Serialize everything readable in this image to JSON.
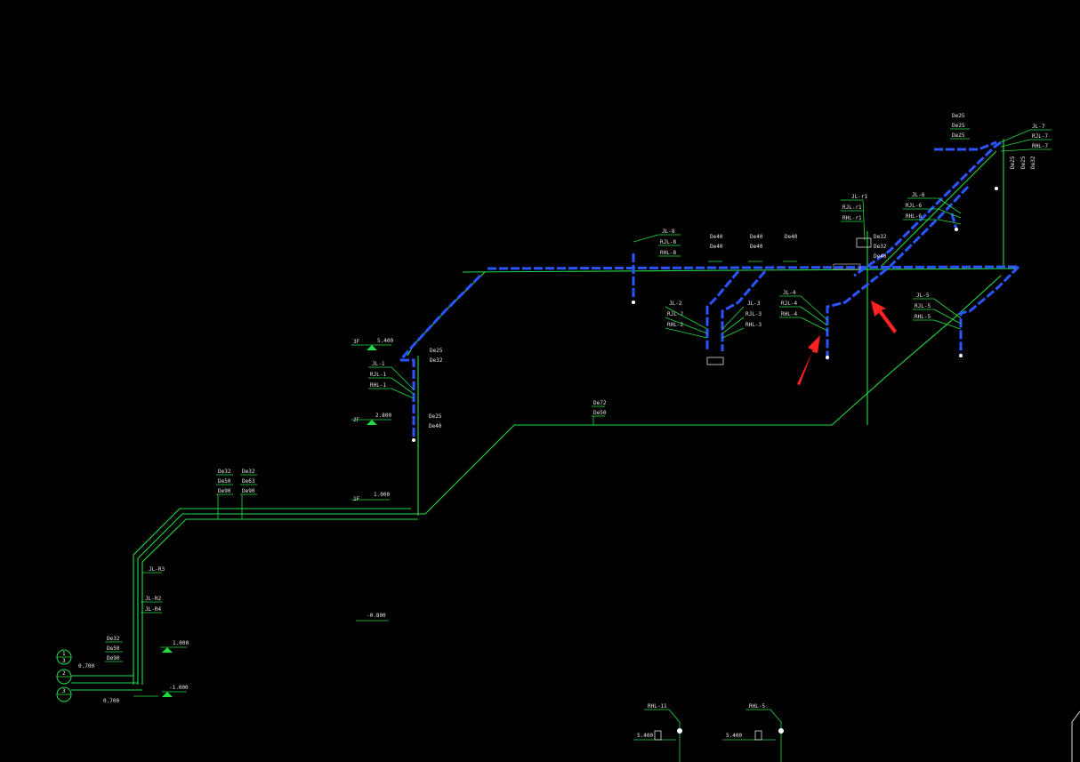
{
  "colors": {
    "background": "#000000",
    "pipe_cold": "#22dd44",
    "pipe_hot": "#2a55ff",
    "annotation_arrow": "#ff2222",
    "text": "#e8e8e8"
  },
  "labels": {
    "dn25_top1": "De25",
    "dn25_top2": "De25",
    "dn25_top3": "De25",
    "jl7": "JL-7",
    "rjl7": "RJL-7",
    "rhl7": "RHL-7",
    "jl6": "JL-6",
    "rjl6": "RJL-6",
    "rhl6": "RHL-6",
    "jlr1": "JL-r1",
    "rjlr1": "RJL-r1",
    "rhlr1": "RHL-r1",
    "jl8": "JL-8",
    "rjl8": "RJL-8",
    "rhl8": "RHL-8",
    "jl2": "JL-2",
    "rjl2": "RJL-2",
    "rhl2": "RHL-2",
    "jl3": "JL-3",
    "rjl3": "RJL-3",
    "rhl3": "RHL-3",
    "jl4": "JL-4",
    "rjl4": "RJL-4",
    "rhl4": "RHL-4",
    "jl5": "JL-5",
    "rjl5": "RJL-5",
    "rhl5": "RHL-5",
    "jl1": "JL-1",
    "rjl1": "RJL-1",
    "rhl1": "RHL-1",
    "jlr3": "JL-R3",
    "jlr2": "JL-R2",
    "jlr4": "JL-R4",
    "de40_a": "De40",
    "de40_b": "De40",
    "de40_c": "De40",
    "de40_d": "De40",
    "de40_e": "De40",
    "de40_f": "De40",
    "de32_a": "De32",
    "de32_b": "De32",
    "de25_a": "De25",
    "de25_b": "De25",
    "de32_c": "De32",
    "de50_a": "De50",
    "de50_b": "De50",
    "de63": "De63",
    "de72": "De72",
    "de90_a": "De90",
    "de90_b": "De90",
    "de32_d": "De32",
    "de32_e": "De32",
    "el_5400_a": "5.400",
    "el_5400_b": "5.400",
    "el_5400_c": "5.400",
    "el_2800": "2.800",
    "el_1000": "1.000",
    "el_0700": "0.700",
    "el_n1000": "-1.000",
    "el_neg": "-0.800",
    "floor_3f": "3F",
    "floor_2f": "2F",
    "floor_1f": "1F",
    "node_1": "1",
    "node_2": "2",
    "node_3": "3",
    "bottom_jl11": "RHL-11",
    "bottom_jl5": "RHL-5"
  }
}
